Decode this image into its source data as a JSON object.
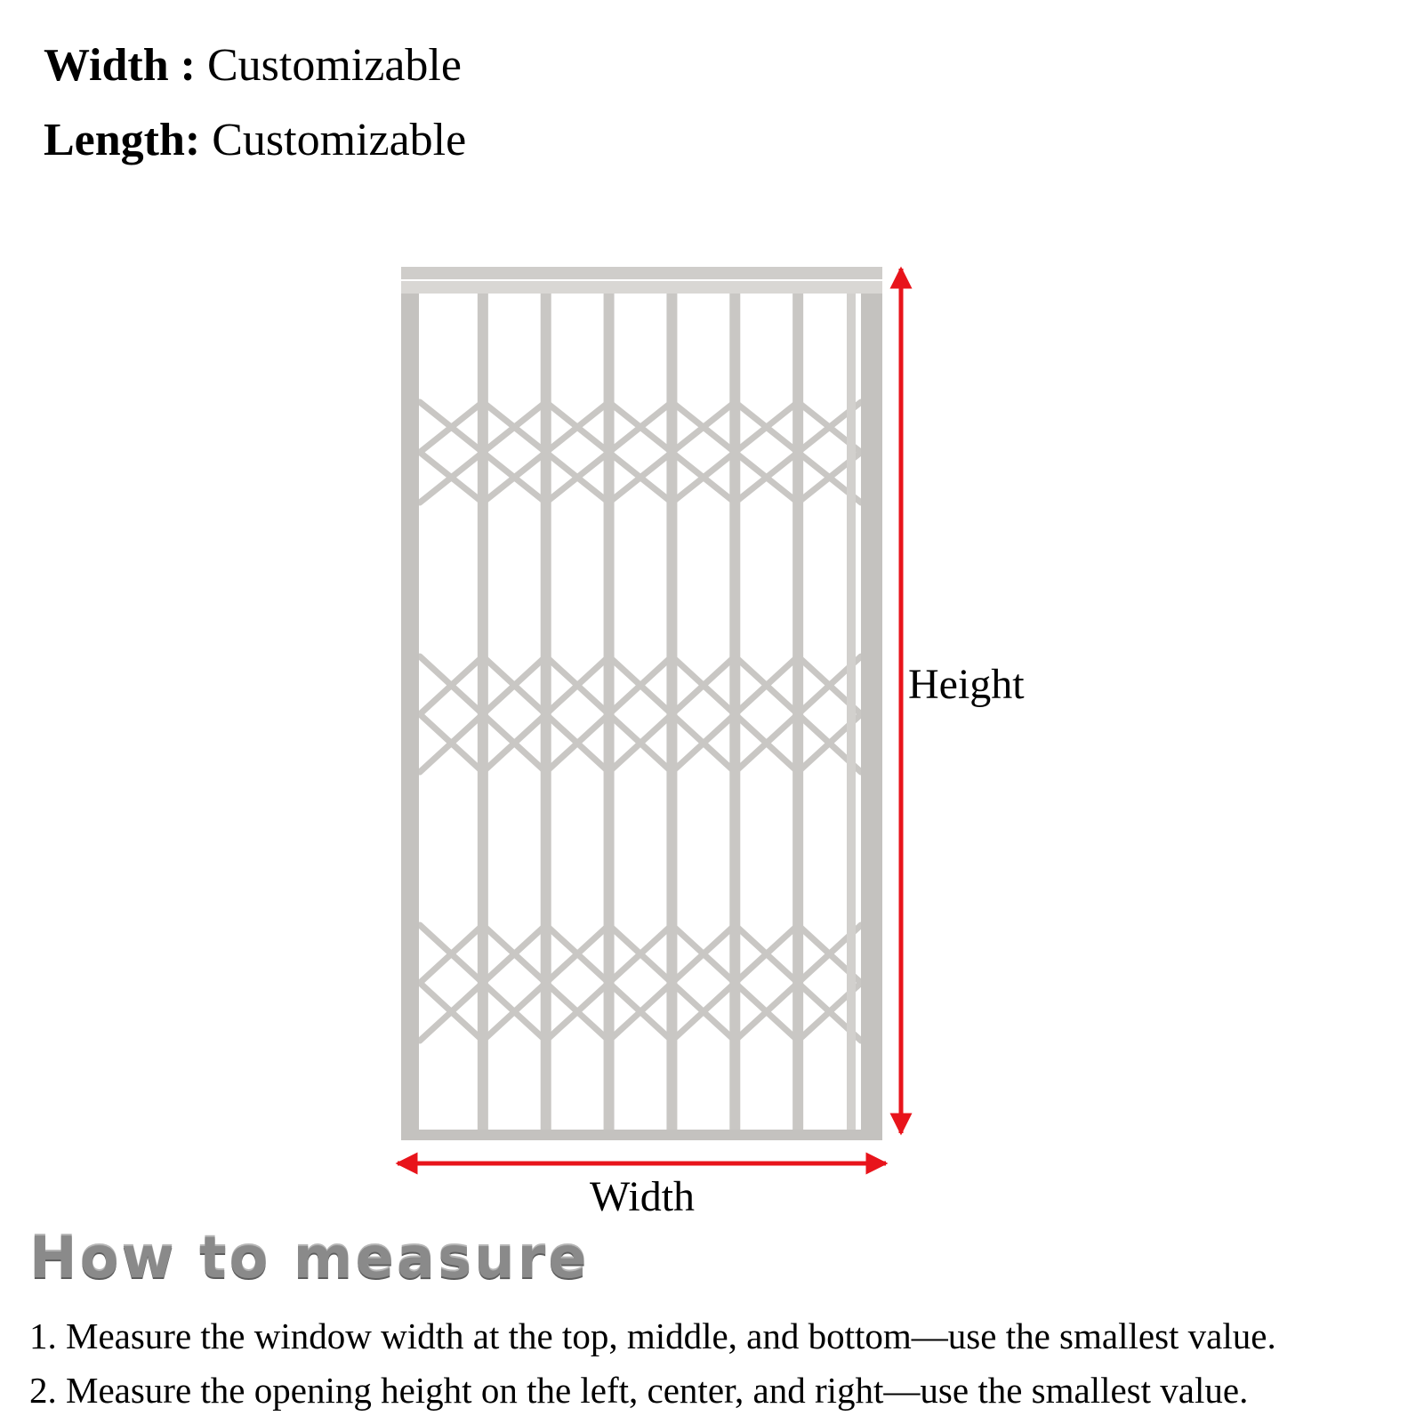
{
  "specs": {
    "width_key": "Width :",
    "width_value": "Customizable",
    "length_key": "Length:",
    "length_value": "Customizable"
  },
  "diagram": {
    "height_label": "Height",
    "width_label": "Width",
    "arrow_color": "#e8141b",
    "gate_color": "#c9c7c4",
    "gate_bar_count": 6,
    "lattice_band_count": 3
  },
  "howto": {
    "title": "How to measure",
    "steps": [
      "1. Measure the window width at the top, middle, and bottom—use the smallest value.",
      "2. Measure the opening height on the left, center, and right—use the smallest value."
    ]
  }
}
